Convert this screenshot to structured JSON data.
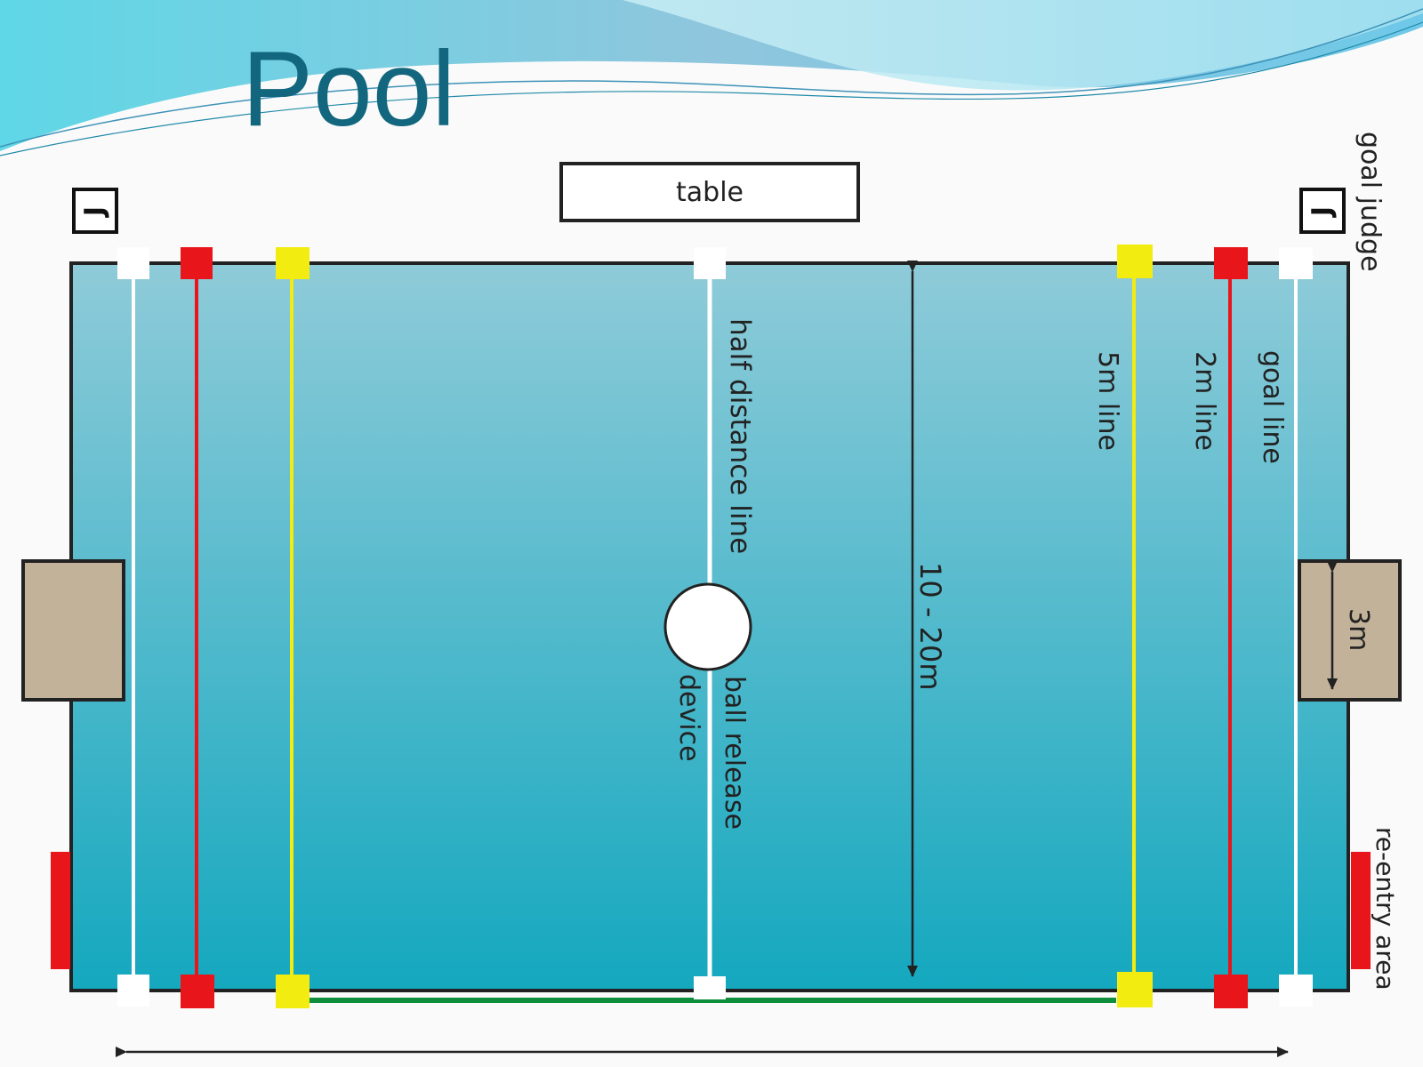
{
  "slide": {
    "title": "Pool"
  },
  "diagram": {
    "table_label": "table",
    "judge_marker": "J",
    "labels": {
      "goal_judge": "goal judge",
      "half_distance_line": "half distance line",
      "ball_release_line1": "ball release",
      "ball_release_line2": "device",
      "width_measure": "10 - 20m",
      "five_m_line": "5m line",
      "two_m_line": "2m line",
      "goal_line": "goal line",
      "goal_width": "3m",
      "re_entry_area": "re-entry area"
    },
    "colors": {
      "water_top": "#8fcbd9",
      "water_bottom": "#14a8bf",
      "two_m_line": "#e8161b",
      "five_m_line": "#f2ec10",
      "goal_line": "#ffffff",
      "half_line": "#ffffff",
      "bench_line": "#0f8f3b",
      "goal": "#c2b299",
      "title": "#12667e"
    }
  }
}
